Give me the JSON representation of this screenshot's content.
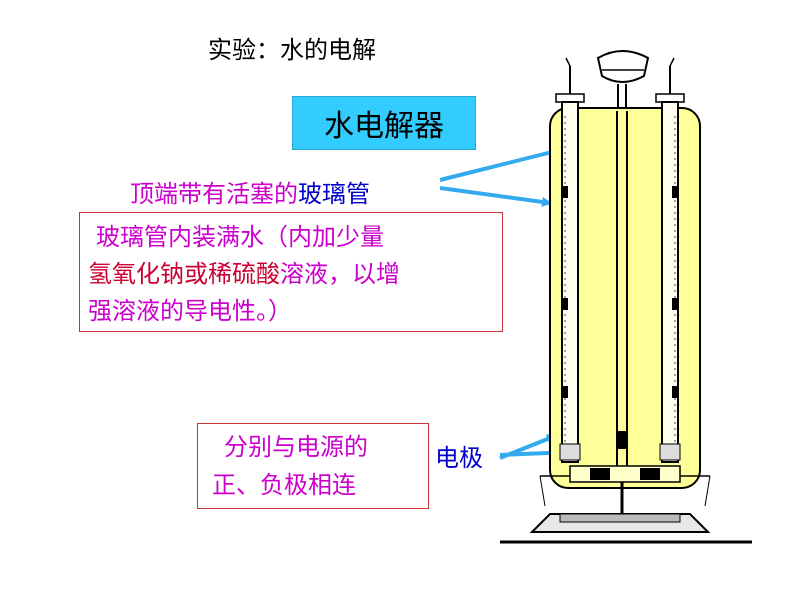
{
  "title": "实验：水的电解",
  "device_label": "水电解器",
  "tube_label_prefix": "顶端带有活塞的",
  "tube_label_suffix": "玻璃管",
  "water_box": {
    "line1": "玻璃管内装满水（内加少量",
    "line2_highlight": "氢氧化钠或稀硫酸",
    "line2_rest": "溶液，以增",
    "line3": "强溶液的导电性。）"
  },
  "connect_box": {
    "line1": "分别与电源的",
    "line2": "正、负极相连"
  },
  "electrode_label": "电极",
  "colors": {
    "device_label_bg": "#33ccff",
    "arrow": "#33aaee",
    "apparatus_fill": "#ffff99",
    "tube_label_magenta": "#cc00cc",
    "tube_label_blue": "#0000cc",
    "box_border": "#cc3333"
  }
}
